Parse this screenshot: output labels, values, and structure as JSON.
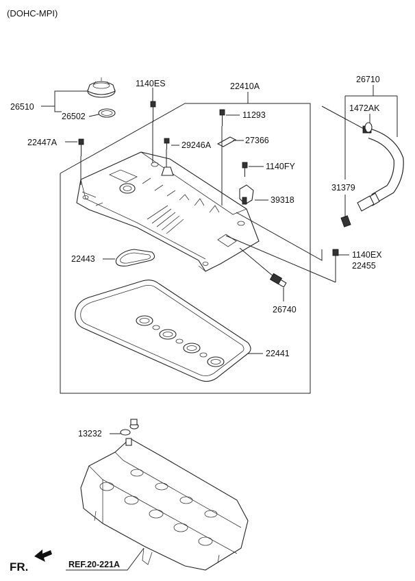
{
  "header": {
    "variant": "(DOHC-MPI)"
  },
  "labels": {
    "p26510": "26510",
    "p26502": "26502",
    "p1140ES": "1140ES",
    "p22410A": "22410A",
    "p11293": "11293",
    "p22447A": "22447A",
    "p29246A": "29246A",
    "p27366": "27366",
    "p1140FY": "1140FY",
    "p39318": "39318",
    "p26710": "26710",
    "p1472AK": "1472AK",
    "p31379": "31379",
    "p22443": "22443",
    "p1140EX": "1140EX",
    "p22455": "22455",
    "p26740": "26740",
    "p22441": "22441",
    "p13232": "13232"
  },
  "footer": {
    "front": "FR.",
    "reference": "REF.20-221A"
  }
}
